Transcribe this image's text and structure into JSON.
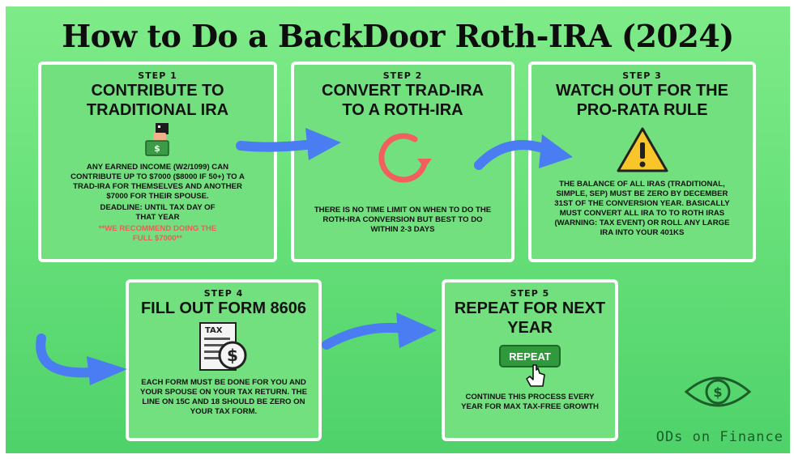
{
  "title": "How to Do a BackDoor Roth-IRA (2024)",
  "steps": [
    {
      "step": "STEP 1",
      "heading_line1": "CONTRIBUTE TO",
      "heading_line2": "TRADITIONAL IRA",
      "icon": "money-hand-icon",
      "body": "ANY EARNED INCOME (W2/1099) CAN CONTRIBUTE UP TO $7000 ($8000 IF 50+) TO A TRAD-IRA FOR THEMSELVES AND ANOTHER $7000 FOR THEIR SPOUSE.",
      "deadline": "DEADLINE: UNTIL TAX DAY OF THAT YEAR",
      "note": "**WE RECOMMEND DOING THE FULL $7000**"
    },
    {
      "step": "STEP 2",
      "heading_line1": "CONVERT TRAD-IRA",
      "heading_line2": "TO A ROTH-IRA",
      "icon": "refresh-icon",
      "body": "THERE IS NO TIME LIMIT ON WHEN TO DO THE ROTH-IRA CONVERSION BUT BEST TO DO WITHIN 2-3 DAYS"
    },
    {
      "step": "STEP 3",
      "heading_line1": "WATCH OUT FOR THE",
      "heading_line2": "PRO-RATA RULE",
      "icon": "warning-icon",
      "body": "THE BALANCE OF ALL IRAS (TRADITIONAL, SIMPLE, SEP) MUST BE ZERO BY DECEMBER 31ST OF THE CONVERSION YEAR. BASICALLY MUST CONVERT ALL IRA TO TO ROTH IRAS (WARNING: TAX EVENT) OR ROLL ANY LARGE IRA INTO YOUR 401KS"
    },
    {
      "step": "STEP 4",
      "heading_line1": "FILL OUT FORM 8606",
      "icon": "tax-form-icon",
      "icon_text": "TAX",
      "body": "EACH FORM MUST BE DONE FOR YOU AND YOUR SPOUSE ON YOUR TAX RETURN. THE LINE ON 15C AND 18 SHOULD BE ZERO ON YOUR TAX FORM."
    },
    {
      "step": "STEP 5",
      "heading_line1": "REPEAT FOR NEXT",
      "heading_line2": "YEAR",
      "icon": "repeat-button-icon",
      "button_text": "REPEAT",
      "body": "CONTINUE THIS PROCESS EVERY YEAR FOR MAX TAX-FREE GROWTH"
    }
  ],
  "brand": "ODs on Finance",
  "colors": {
    "arrow": "#4a7cf2",
    "warning_text": "#f15a5a",
    "card_border": "#ffffff",
    "refresh": "#f25f5f",
    "repeat_button": "#2f9a3b"
  }
}
